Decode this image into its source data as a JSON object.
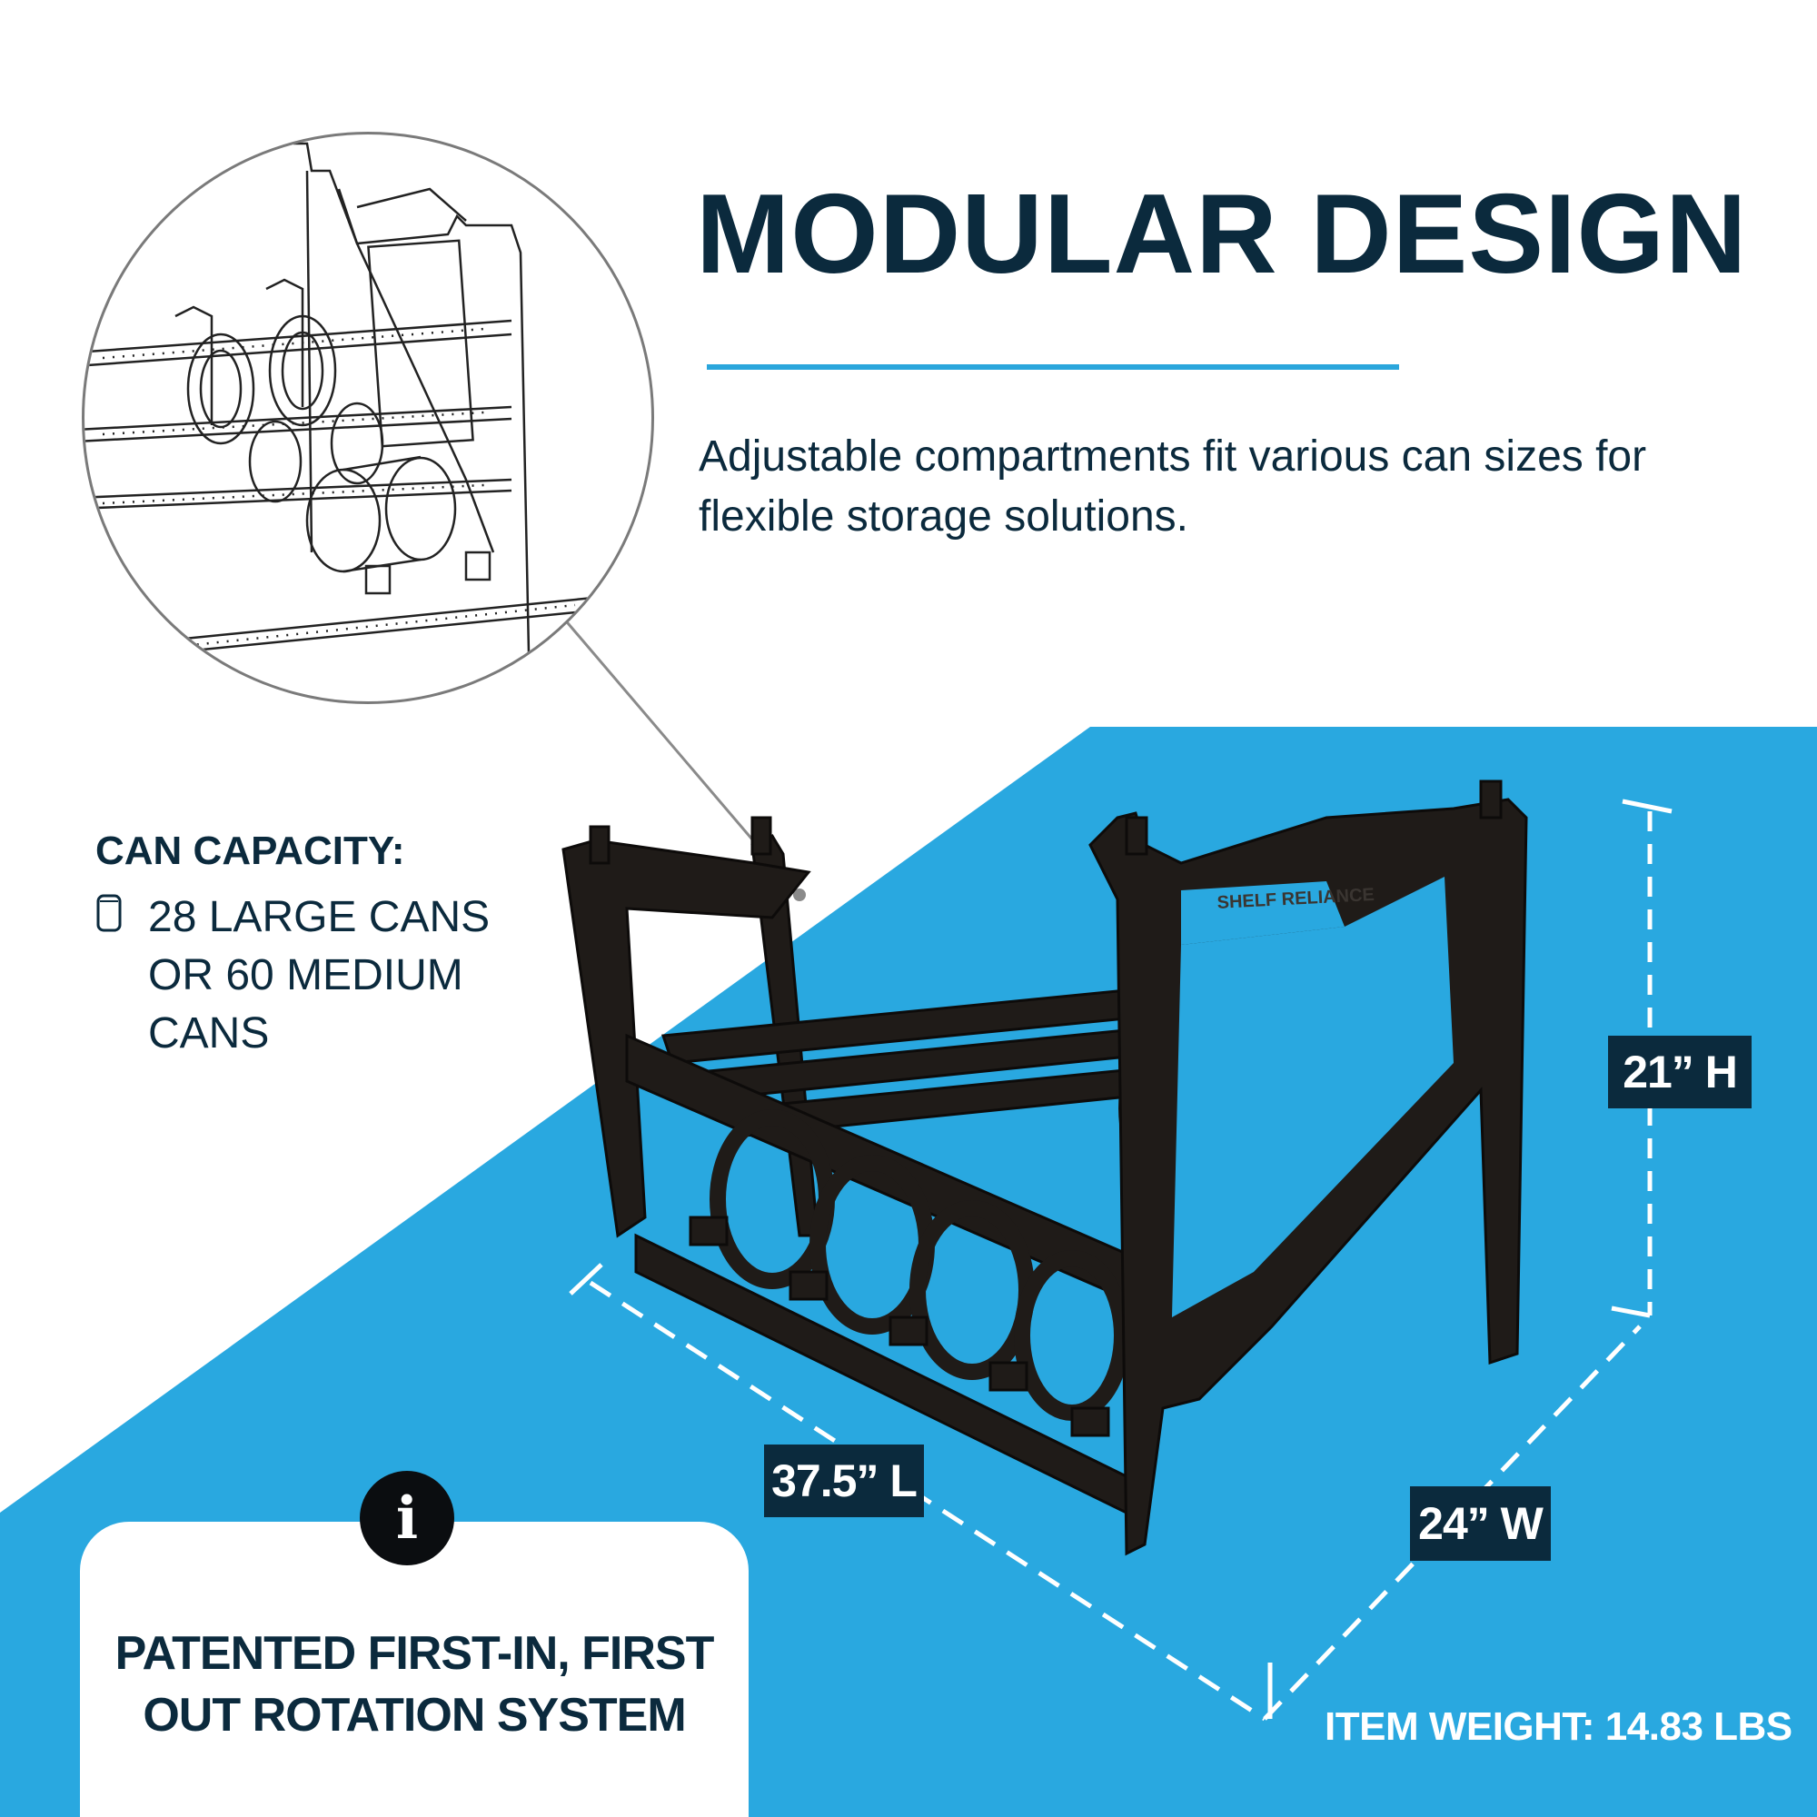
{
  "headline": "MODULAR DESIGN",
  "subtitle": "Adjustable compartments fit various can sizes for flexible storage solutions.",
  "capacity": {
    "heading": "CAN CAPACITY:",
    "icon": "can-icon",
    "text": "28 LARGE CANS OR 60 MEDIUM CANS"
  },
  "dimensions": {
    "height": "21” H",
    "length": "37.5” L",
    "width": "24” W"
  },
  "weight": "ITEM WEIGHT: 14.83 LBS",
  "feature": {
    "icon": "info-icon",
    "icon_glyph": "i",
    "text": "PATENTED FIRST-IN, FIRST OUT ROTATION SYSTEM"
  },
  "logo_text": "SHELF RELIANCE",
  "colors": {
    "navy": "#0b2a3d",
    "accent_blue": "#29a8e0",
    "white": "#ffffff"
  }
}
